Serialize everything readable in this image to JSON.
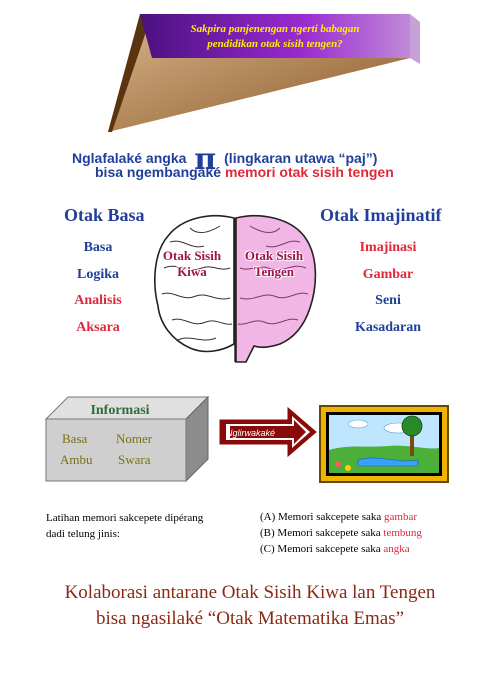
{
  "banner": {
    "question_line1": "Sakpira panjenengan ngerti babagan",
    "question_line2": "pendidikan otak sisih tengen?"
  },
  "intro": {
    "part1": "Nglafalaké angka",
    "pi_symbol": "π",
    "part2": "(lingkaran utawa “paj”)",
    "line2_plain": "bisa ngembangaké",
    "line2_red": "memori otak sisih tengen"
  },
  "left_column": {
    "title": "Otak Basa",
    "items": [
      "Basa",
      "Logika",
      "Analisis",
      "Aksara"
    ]
  },
  "right_column": {
    "title": "Otak Imajinatif",
    "items": [
      "Imajinasi",
      "Gambar",
      "Seni",
      "Kasadaran"
    ]
  },
  "brain": {
    "left_label_1": "Otak Sisih",
    "left_label_2": "Kiwa",
    "right_label_1": "Otak Sisih",
    "right_label_2": "Tengen"
  },
  "info_box": {
    "title": "Informasi",
    "words": [
      "Basa",
      "Nomer",
      "Ambu",
      "Swara"
    ]
  },
  "arrow": {
    "label": "Nglirwakaké"
  },
  "memory": {
    "intro_line1": "Latihan memori sakcepete dipérang",
    "intro_line2": "dadi telung jinis:",
    "options": [
      {
        "prefix": "(A) Memori sakcepete saka",
        "highlight": "gambar"
      },
      {
        "prefix": "(B) Memori sakcepete saka",
        "highlight": "tembung"
      },
      {
        "prefix": "(C) Memori sakcepete saka",
        "highlight": "angka"
      }
    ]
  },
  "footer": {
    "line1": "Kolaborasi antarane Otak Sisih Kiwa lan Tengen",
    "line2": "bisa ngasilaké “Otak Matematika Emas”"
  },
  "colors": {
    "blue": "#1f3f9a",
    "red": "#e0283a",
    "banner_purple": "#7a1fa8",
    "footer_brown": "#8a2a14"
  }
}
